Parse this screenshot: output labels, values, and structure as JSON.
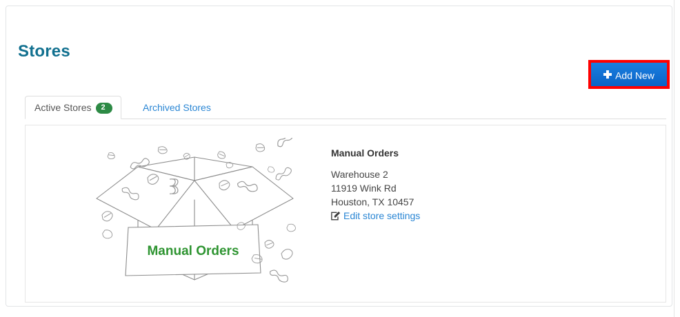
{
  "page": {
    "title": "Stores"
  },
  "toolbar": {
    "add_new_label": "Add New",
    "add_new_icon": "plus-icon",
    "highlight_color": "#ff0000",
    "button_color": "#0f6fd4"
  },
  "tabs": [
    {
      "label": "Active Stores",
      "badge": "2",
      "active": true,
      "badge_color": "#2d8a45"
    },
    {
      "label": "Archived Stores",
      "badge": "",
      "active": false,
      "link_color": "#2a86d4"
    }
  ],
  "store": {
    "name": "Manual Orders",
    "address": [
      "Warehouse 2",
      "11919 Wink Rd",
      "Houston, TX 10457"
    ],
    "edit_link_label": "Edit store settings",
    "edit_link_icon": "edit-pencil-icon",
    "illustration": {
      "label": "Manual Orders",
      "label_color": "#2e9431",
      "line_color": "#8c8c8c",
      "alt": "open cardboard box with packing peanuts"
    }
  },
  "theme": {
    "title_color": "#11708f",
    "card_border": "#e2e4e6",
    "panel_border": "#e6e6e6",
    "tab_border": "#dedede"
  }
}
